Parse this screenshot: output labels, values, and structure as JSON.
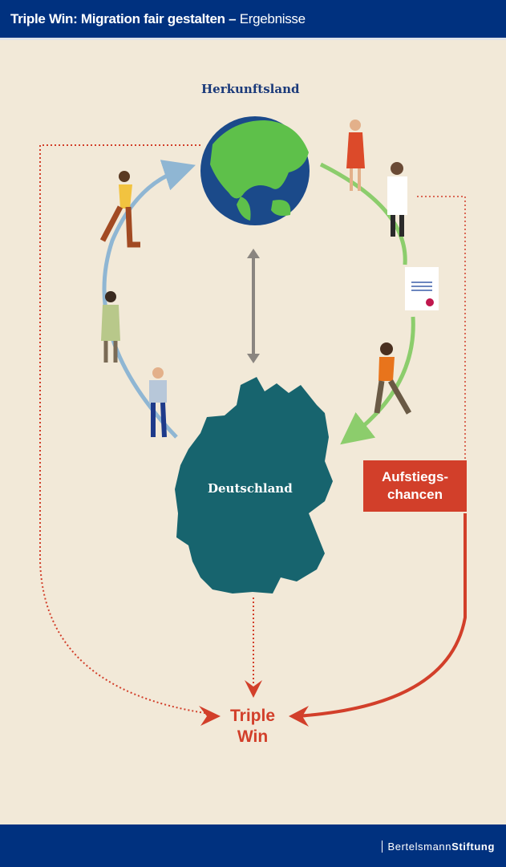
{
  "header": {
    "title_bold": "Triple Win: Migration fair gestalten –",
    "title_light": "Ergebnisse"
  },
  "diagram": {
    "origin_label": "Herkunftsland",
    "destination_label": "Deutschland",
    "advancement_line1": "Aufstiegs-",
    "advancement_line2": "chancen",
    "result_line1": "Triple",
    "result_line2": "Win"
  },
  "footer": {
    "brand_light": "Bertelsmann",
    "brand_bold": "Stiftung"
  },
  "colors": {
    "navy": "#00317f",
    "background": "#f2e9d8",
    "red": "#d23f2a",
    "teal": "#17646e",
    "blue_arrow": "#8fb6d3",
    "green_arrow": "#8ccd6c"
  }
}
